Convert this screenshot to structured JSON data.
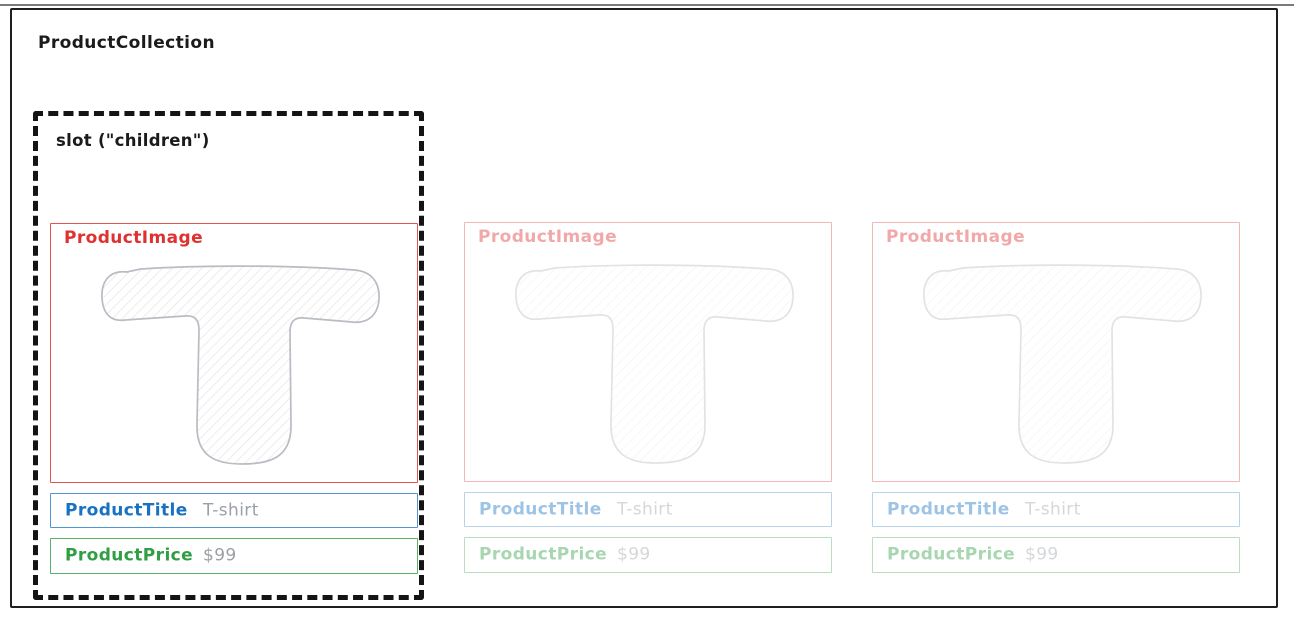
{
  "diagram": {
    "title": "ProductCollection",
    "slot": {
      "label": "slot (\"children\")"
    },
    "cards": [
      {
        "image_label": "ProductImage",
        "image_content": "t-shirt-sketch",
        "title_label": "ProductTitle",
        "title_value": "T-shirt",
        "price_label": "ProductPrice",
        "price_value": "$99",
        "state": "active"
      },
      {
        "image_label": "ProductImage",
        "image_content": "t-shirt-sketch",
        "title_label": "ProductTitle",
        "title_value": "T-shirt",
        "price_label": "ProductPrice",
        "price_value": "$99",
        "state": "faded"
      },
      {
        "image_label": "ProductImage",
        "image_content": "t-shirt-sketch",
        "title_label": "ProductTitle",
        "title_value": "T-shirt",
        "price_label": "ProductPrice",
        "price_value": "$99",
        "state": "faded"
      }
    ],
    "colors": {
      "frame": "#1f1f1f",
      "image_accent": "#e03131",
      "title_accent": "#1971c2",
      "price_accent": "#2f9e44",
      "value_text": "#9aa0a6"
    }
  }
}
